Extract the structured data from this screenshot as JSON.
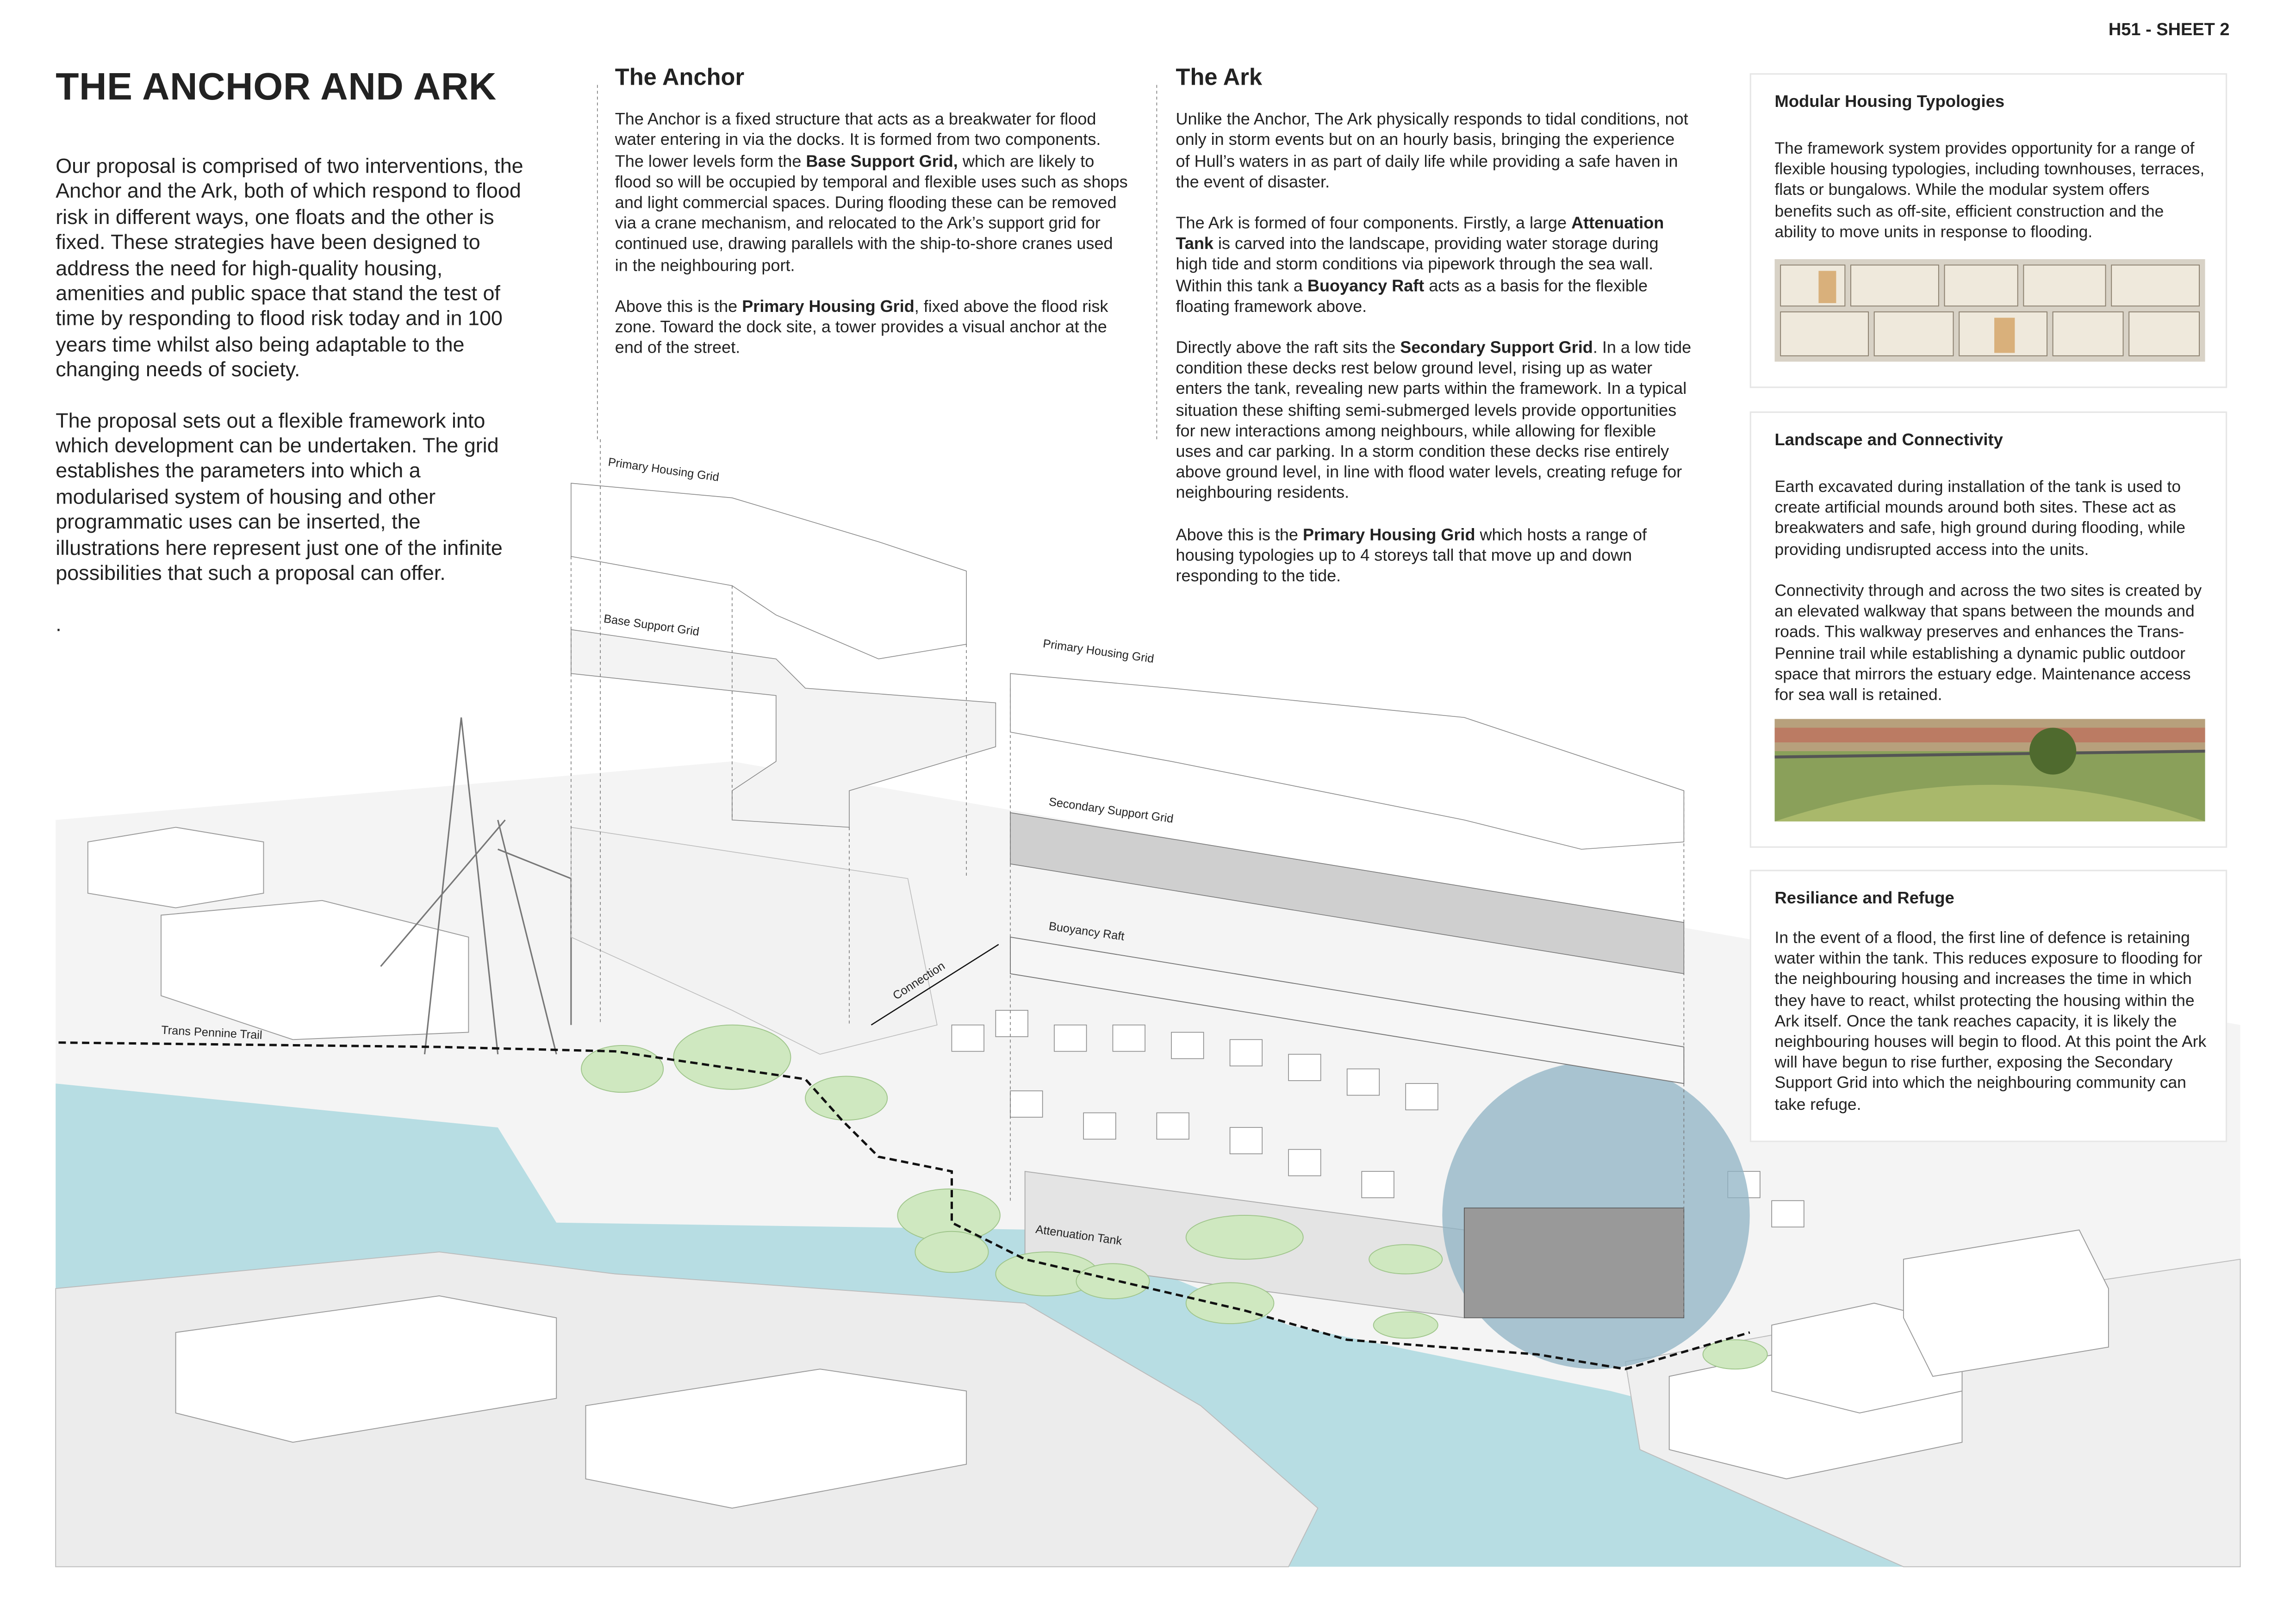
{
  "sheet_id": "H51 - SHEET 2",
  "title": "THE ANCHOR AND ARK",
  "intro": {
    "p1": "Our proposal is comprised of two interventions, the Anchor and the Ark, both of which respond to flood risk in different ways, one floats and the other is fixed. These strategies have been designed to address the need for high-quality housing, amenities and public space that stand the test of time by responding to flood risk today and in 100 years time whilst also being adaptable to the changing needs of society.",
    "p2": "The proposal sets out a flexible framework into which development can be undertaken. The grid establishes the parameters into which a modularised system of housing and other programmatic uses can be inserted, the illustrations here represent just one of the infinite possibilities that such a proposal can offer.",
    "p3": "."
  },
  "anchor": {
    "heading": "The Anchor",
    "p1_a": "The Anchor is a fixed structure that acts as a breakwater for flood water entering in via the docks. It is formed from two components. The lower levels form the ",
    "p1_b": "Base Support Grid,",
    "p1_c": " which are likely to flood so will be occupied by temporal and flexible uses such as shops and light commercial spaces. During flooding these can be removed via a crane mechanism, and relocated to the Ark’s support grid for continued use, drawing parallels with the ship-to-shore cranes used in the neighbouring port.",
    "p2_a": "Above this is the ",
    "p2_b": "Primary Housing Grid",
    "p2_c": ",  fixed above the flood risk zone. Toward the dock site, a tower provides a visual anchor at the end of the street."
  },
  "ark": {
    "heading": "The Ark",
    "p1": "Unlike the Anchor, The Ark physically responds to tidal conditions, not only in storm events but on an hourly basis, bringing the experience of Hull’s waters in as part of daily life while providing a safe haven in the event of disaster.",
    "p2_a": "The Ark is formed of four components. Firstly, a large ",
    "p2_b": "Attenuation Tank",
    "p2_c": " is carved into the landscape, providing water storage during high tide and storm conditions via pipework through the sea wall. Within this tank a ",
    "p2_d": "Buoyancy Raft",
    "p2_e": " acts as a basis for the flexible floating framework above.",
    "p3_a": "Directly above the raft sits the ",
    "p3_b": "Secondary Support Grid",
    "p3_c": ". In a low tide condition these decks rest below ground level, rising up as water enters the tank, revealing new parts within the framework. In a typical situation these shifting semi-submerged levels provide opportunities for new interactions among neighbours, while allowing for flexible uses and car parking. In a storm condition these decks rise entirely above ground level, in line with flood water levels, creating refuge for neighbouring residents.",
    "p4_a": "Above this is the ",
    "p4_b": "Primary Housing Grid",
    "p4_c": " which hosts a range of housing typologies up to 4 storeys tall that move up and down responding to the tide."
  },
  "cards": [
    {
      "title": "Modular Housing Typologies",
      "text": "The framework system provides opportunity for a range of flexible housing typologies, including townhouses, terraces, flats or bungalows. While the modular system offers benefits such as off-site, efficient construction and the ability to move units in response to flooding."
    },
    {
      "title": "Landscape and Connectivity",
      "text1": "Earth excavated during installation of the tank is used to create artificial mounds around both sites. These act as breakwaters and safe, high ground during flooding, while providing undisrupted access into the units.",
      "text2": "Connectivity through and across the two sites is created by an elevated walkway that spans between the mounds and roads. This walkway preserves and enhances the Trans-Pennine trail while establishing a dynamic public outdoor space that mirrors the estuary edge. Maintenance access for sea wall is retained."
    },
    {
      "title": "Resiliance and Refuge",
      "text": "In the event of a flood, the first line of defence is retaining water within the tank. This reduces exposure to flooding for the neighbouring housing and increases the time in which they have to react, whilst protecting the housing within the Ark itself. Once the tank reaches capacity, it is likely the neighbouring houses will begin to flood. At this point the Ark will have begun to rise further, exposing the Secondary Support Grid into which the neighbouring community can take refuge."
    }
  ],
  "diagram_labels": {
    "anchor_primary": "Primary Housing Grid",
    "anchor_base": "Base Support Grid",
    "ark_primary": "Primary Housing Grid",
    "ark_secondary": "Secondary Support Grid",
    "buoyancy": "Buoyancy Raft",
    "connection": "Connection",
    "trail": "Trans Pennine Trail",
    "tank": "Attenuation Tank"
  },
  "colors": {
    "water": "#b7dde3",
    "mound": "#cfe8c0",
    "circle": "#8fb3c4",
    "ground": "#f2f2f2"
  }
}
